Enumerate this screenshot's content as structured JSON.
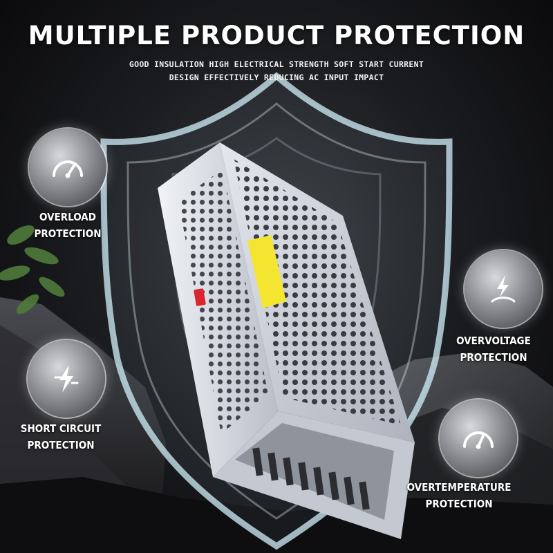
{
  "headline": {
    "title": "MULTIPLE PRODUCT PROTECTION",
    "subtitle_line1": "GOOD INSULATION HIGH ELECTRICAL STRENGTH SOFT START CURRENT",
    "subtitle_line2": "DESIGN EFFECTIVELY REDUCING AC INPUT IMPACT"
  },
  "features": {
    "overload": {
      "line1": "OVERLOAD",
      "line2": "PROTECTION",
      "icon": "gauge-icon"
    },
    "short_circuit": {
      "line1": "SHORT CIRCUIT",
      "line2": "PROTECTION",
      "icon": "lightning-bolt-icon"
    },
    "overvoltage": {
      "line1": "OVERVOLTAGE",
      "line2": "PROTECTION",
      "icon": "voltage-bolt-icon"
    },
    "overtemperature": {
      "line1": "OVERTEMPERATURE",
      "line2": "PROTECTION",
      "icon": "temperature-gauge-icon"
    }
  },
  "colors": {
    "background": "#1c1d21",
    "text": "#ffffff",
    "product_body": "#c9cdd6",
    "warning_label": "#f4e531",
    "switch": "#d9262e"
  }
}
